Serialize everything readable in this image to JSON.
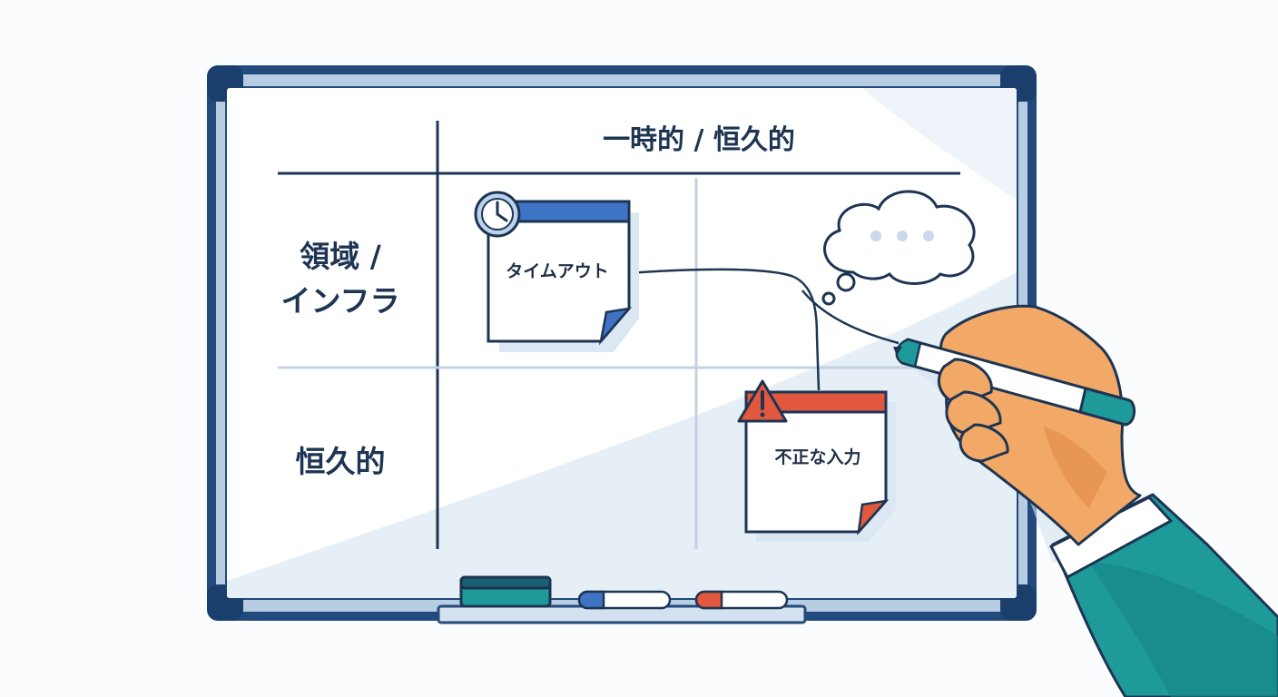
{
  "board": {
    "column_header": "一時的 / 恒久的",
    "row_labels": {
      "row1_line1": "領域 /",
      "row1_line2": "インフラ",
      "row2": "恒久的"
    }
  },
  "notes": [
    {
      "label": "タイムアウト",
      "icon": "clock-icon",
      "accent": "#3f74c4"
    },
    {
      "label": "不正な入力",
      "icon": "warning-icon",
      "accent": "#e2583e"
    }
  ],
  "colors": {
    "frame": "#224a7d",
    "board": "#ffffff",
    "grid": "#c3d3e2",
    "ink": "#1d3553",
    "teal": "#1f9a9a",
    "skin": "#f2a866"
  },
  "decor": {
    "thought_bubble_icon": "thought-bubble-icon",
    "hand_icon": "hand-holding-marker-icon",
    "tray_items": [
      "eraser-icon",
      "blue-marker-icon",
      "red-marker-icon"
    ]
  }
}
